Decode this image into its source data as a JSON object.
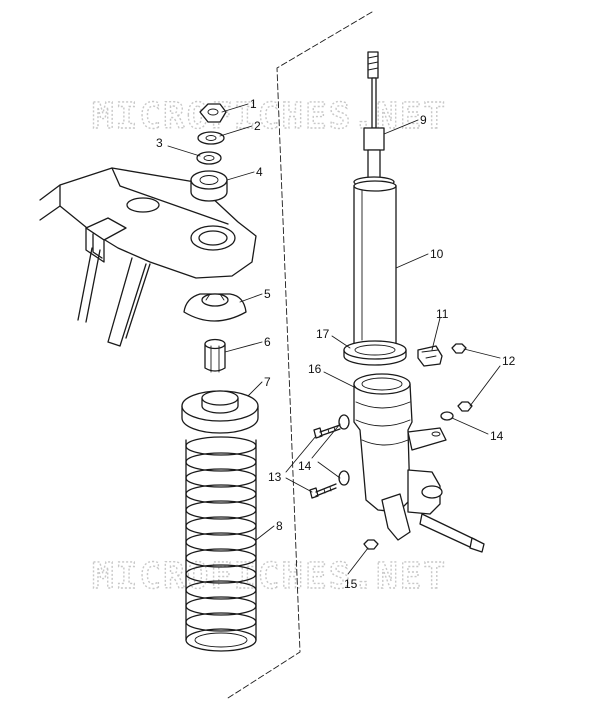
{
  "watermark": {
    "text": "MICROFICHES.NET"
  },
  "callouts": [
    {
      "id": "1",
      "label": "1"
    },
    {
      "id": "2",
      "label": "2"
    },
    {
      "id": "3",
      "label": "3"
    },
    {
      "id": "4",
      "label": "4"
    },
    {
      "id": "5",
      "label": "5"
    },
    {
      "id": "6",
      "label": "6"
    },
    {
      "id": "7",
      "label": "7"
    },
    {
      "id": "8",
      "label": "8"
    },
    {
      "id": "9",
      "label": "9"
    },
    {
      "id": "10",
      "label": "10"
    },
    {
      "id": "11",
      "label": "11"
    },
    {
      "id": "12",
      "label": "12"
    },
    {
      "id": "13",
      "label": "13"
    },
    {
      "id": "14a",
      "label": "14"
    },
    {
      "id": "14b",
      "label": "14"
    },
    {
      "id": "15",
      "label": "15"
    },
    {
      "id": "16",
      "label": "16"
    },
    {
      "id": "17",
      "label": "17"
    }
  ]
}
